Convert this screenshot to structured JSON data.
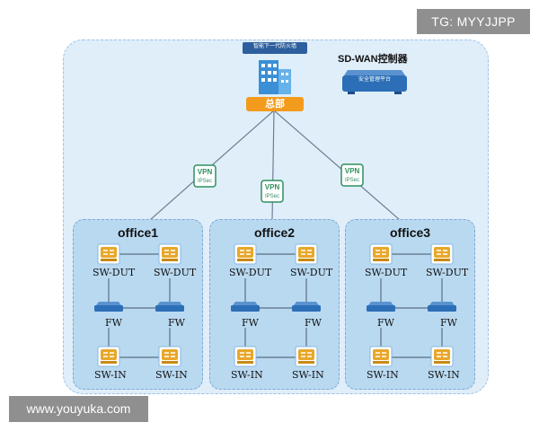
{
  "watermark": {
    "top": "TG: MYYJJPP",
    "bottom": "www.youyuka.com"
  },
  "hq": {
    "label": "总部",
    "banner": "智能下一代防火墙"
  },
  "controller": {
    "title": "SD-WAN控制器",
    "box_label": "安全管理平台"
  },
  "vpn": {
    "line1": "VPN",
    "line2": "IPSec"
  },
  "offices": [
    {
      "title": "office1",
      "sw_dut_left": "SW-DUT",
      "sw_dut_right": "SW-DUT",
      "fw_left": "FW",
      "fw_right": "FW",
      "sw_in_left": "SW-IN",
      "sw_in_right": "SW-IN"
    },
    {
      "title": "office2",
      "sw_dut_left": "SW-DUT",
      "sw_dut_right": "SW-DUT",
      "fw_left": "FW",
      "fw_right": "FW",
      "sw_in_left": "SW-IN",
      "sw_in_right": "SW-IN"
    },
    {
      "title": "office3",
      "sw_dut_left": "SW-DUT",
      "sw_dut_right": "SW-DUT",
      "fw_left": "FW",
      "fw_right": "FW",
      "sw_in_left": "SW-IN",
      "sw_in_right": "SW-IN"
    }
  ],
  "colors": {
    "outer_bg": "#e0eefa",
    "office_bg": "#b9d9f1",
    "link": "#6b7f92",
    "hq_orange": "#f39b1c",
    "switch_gold": "#e8a72a",
    "firewall_blue": "#2c6fb7",
    "vpn_green": "#2f8f5f"
  }
}
